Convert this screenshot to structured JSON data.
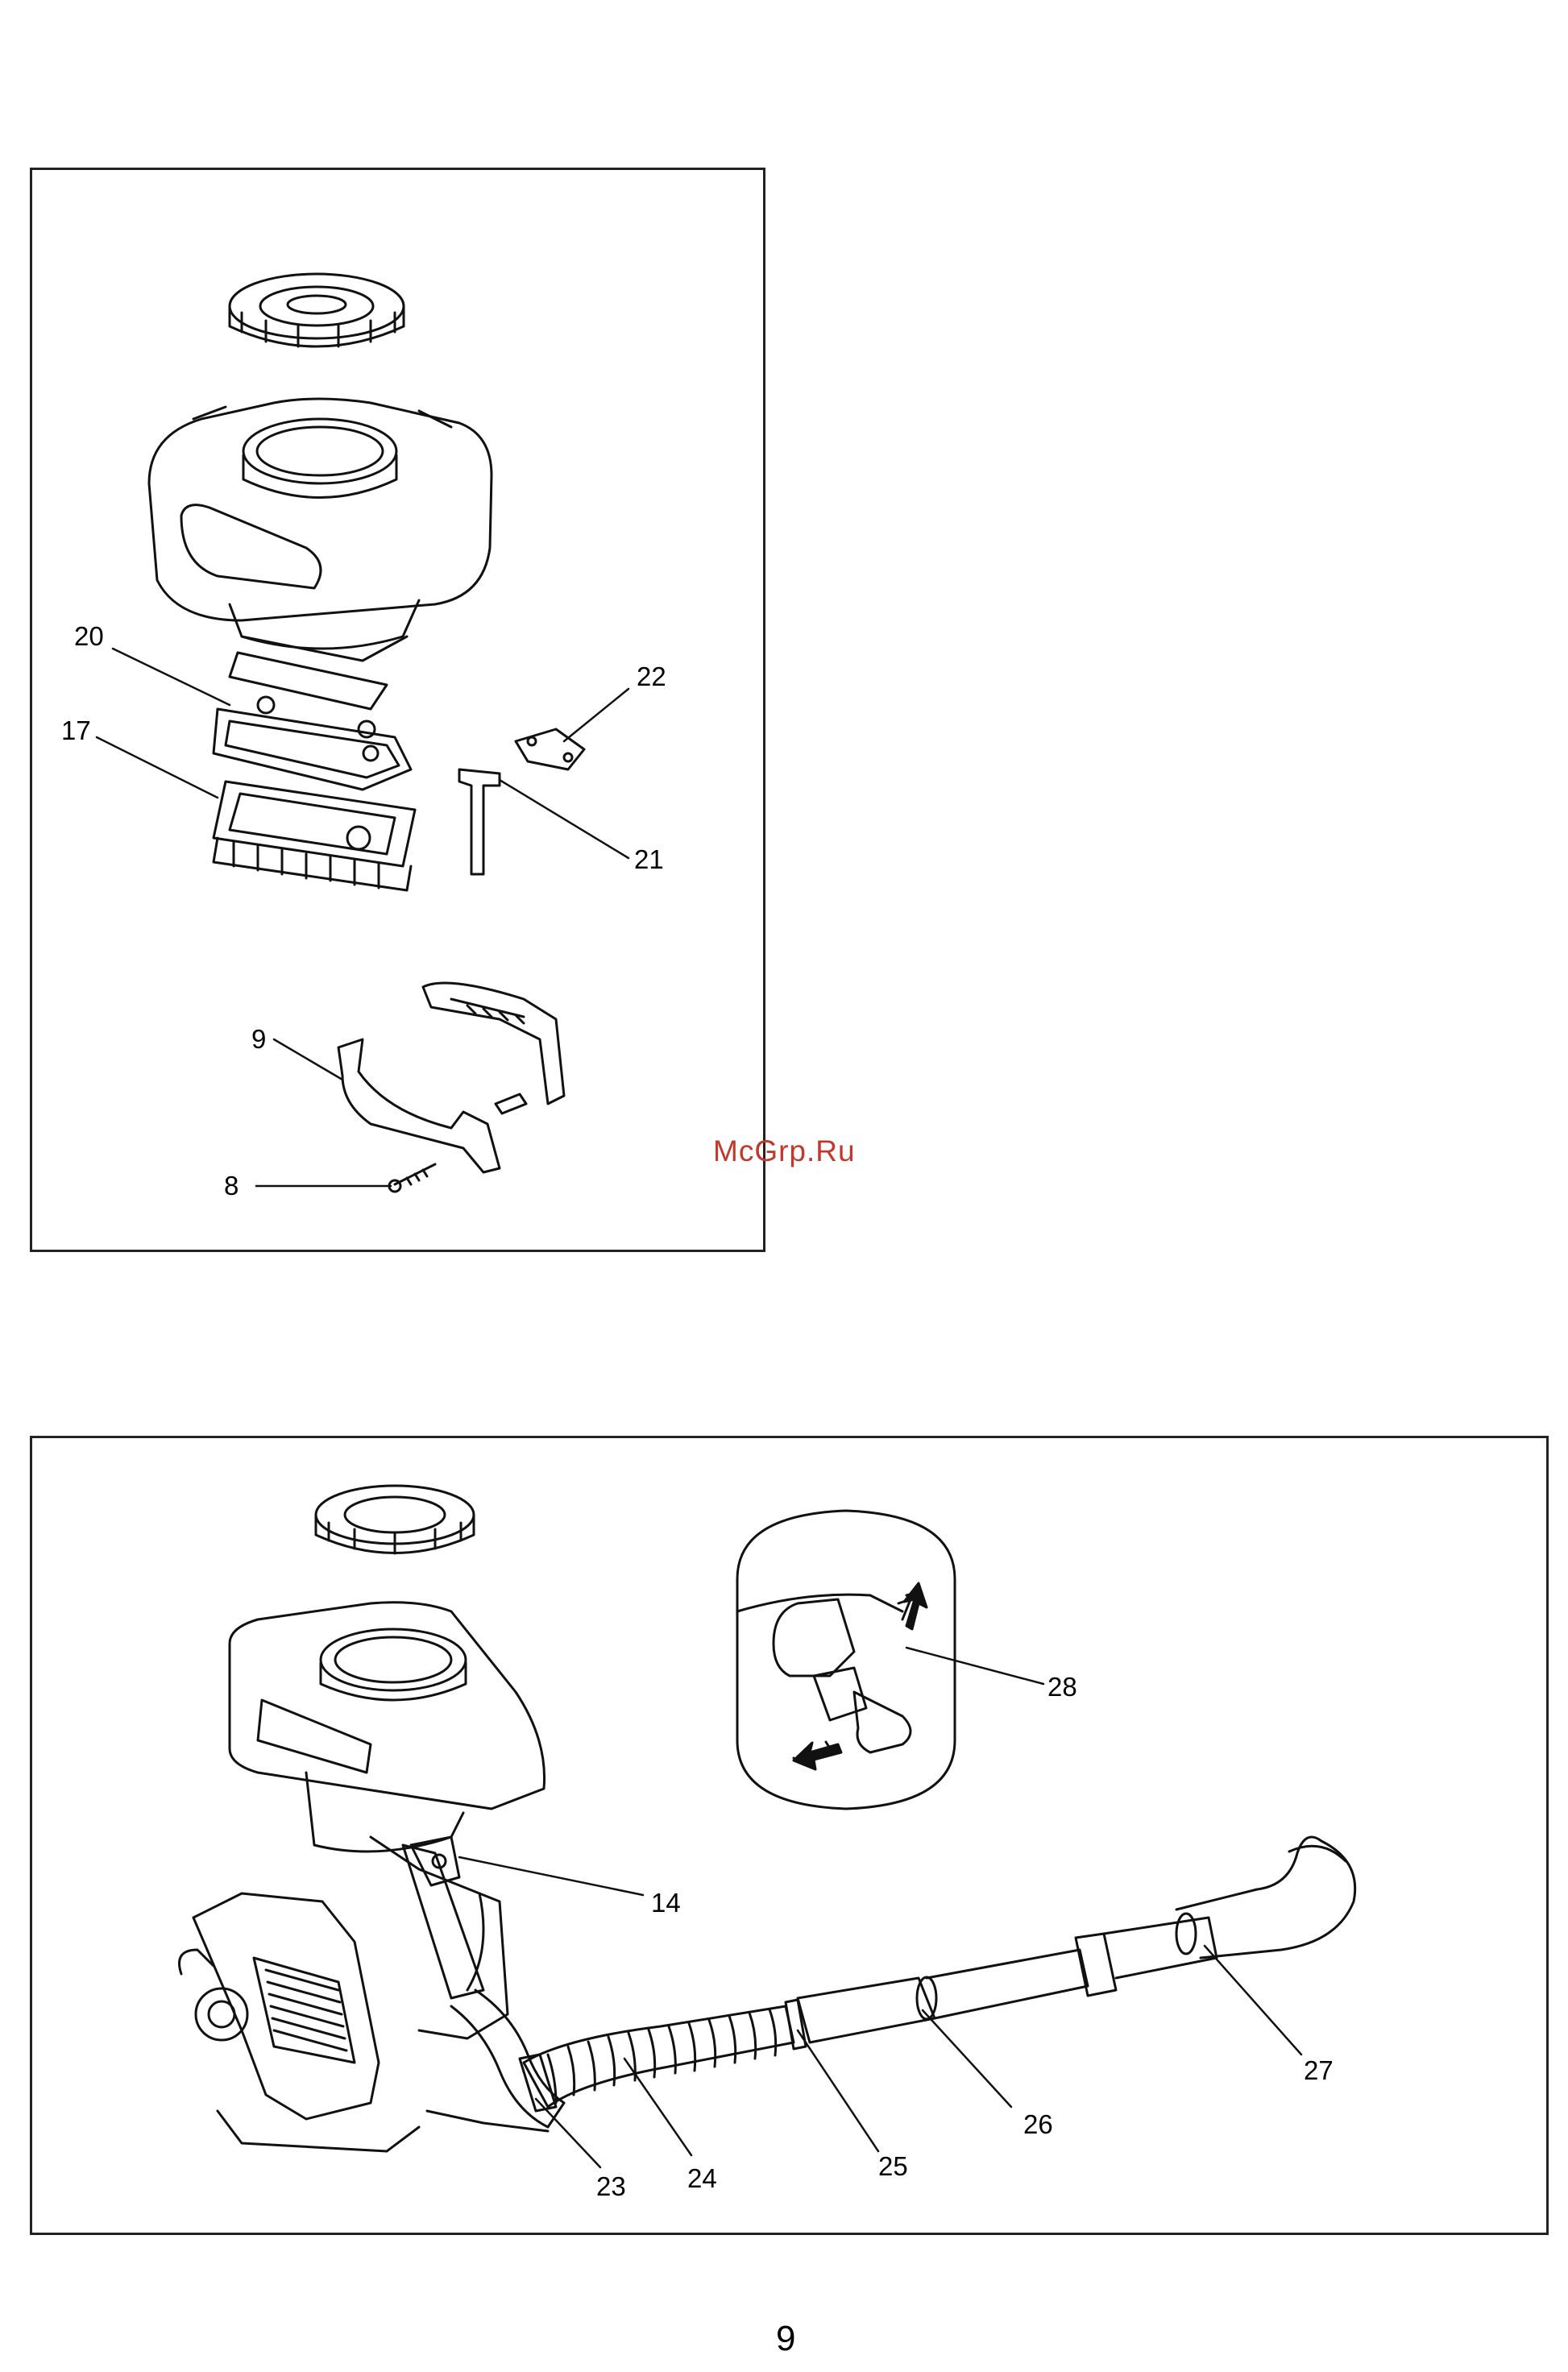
{
  "callouts": {
    "c20": "20",
    "c17": "17",
    "c22": "22",
    "c21": "21",
    "c9": "9",
    "c8": "8",
    "c28": "28",
    "c14": "14",
    "c27": "27",
    "c26": "26",
    "c25": "25",
    "c24": "24",
    "c23": "23"
  },
  "watermark": "McGrp.Ru",
  "page_number": "9"
}
